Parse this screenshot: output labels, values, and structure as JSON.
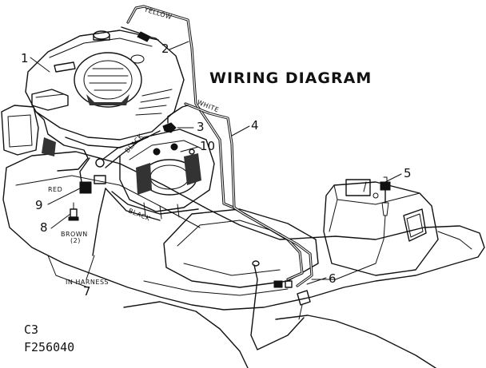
{
  "title": "WIRING DIAGRAM",
  "wire_labels": {
    "yellow": "YELLOW",
    "white": "WHITE",
    "black_upper": "BLACK",
    "black_lower": "BLACK",
    "red": "RED",
    "brown": "BROWN",
    "brown_count": "(2)",
    "in_harness": "IN HARNESS"
  },
  "callouts": [
    "1",
    "2",
    "3",
    "4",
    "5",
    "6",
    "7",
    "8",
    "9",
    "10"
  ],
  "figure_code": "C3",
  "part_number": "F256040",
  "ink_color": "#111111"
}
